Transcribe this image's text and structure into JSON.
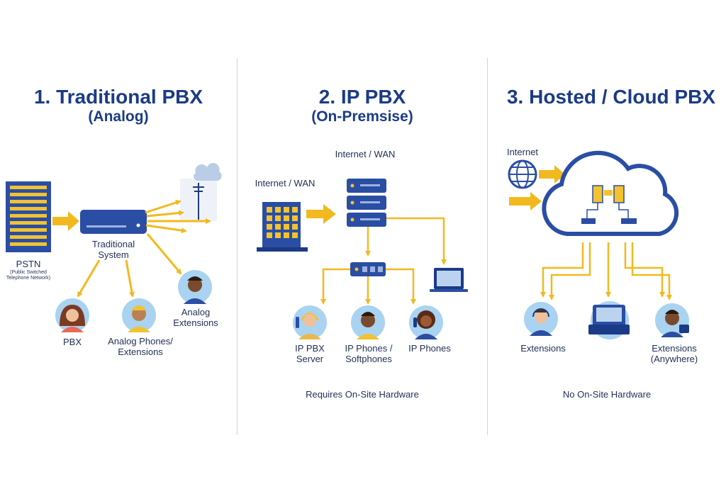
{
  "panels": [
    {
      "title": "1. Traditional PBX",
      "subtitle": "(Analog)",
      "labels": {
        "pstn": "PSTN",
        "pstn_full": "(Public Switched Telephone Network)",
        "system": "Traditional System",
        "pbx": "PBX",
        "analog_phones": "Analog Phones/ Extensions",
        "analog_extensions": "Analog Extensions"
      }
    },
    {
      "title": "2. IP PBX",
      "subtitle": "(On-Premsise)",
      "labels": {
        "internet_top": "Internet / WAN",
        "internet_left": "Internet / WAN",
        "ip_pbx_server": "IP PBX Server",
        "ip_phones_softphones": "IP Phones / Softphones",
        "ip_phones": "IP Phones",
        "footer": "Requires On-Site Hardware"
      }
    },
    {
      "title": "3. Hosted / Cloud PBX",
      "labels": {
        "internet": "Internet",
        "extensions": "Extensions",
        "extensions_anywhere": "Extensions (Anywhere)",
        "footer": "No On-Site Hardware"
      }
    }
  ],
  "colors": {
    "navy": "#1b3b86",
    "blue": "#2a4ea3",
    "arrow": "#f2b91e",
    "divider": "#c9d3e3"
  }
}
